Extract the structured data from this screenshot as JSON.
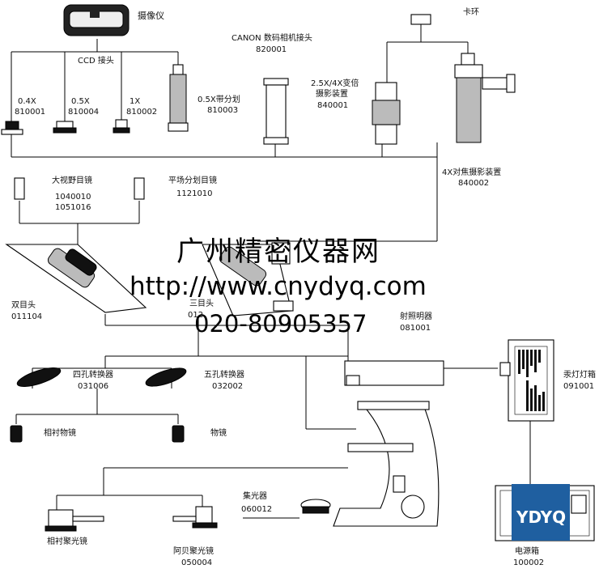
{
  "camera": {
    "name": "摄像仪"
  },
  "ccd": {
    "label": "CCD 接头"
  },
  "adapters": [
    {
      "label": "0.4X",
      "code": "810001"
    },
    {
      "label": "0.5X",
      "code": "810004"
    },
    {
      "label": "1X",
      "code": "810002"
    },
    {
      "label": "0.5X带分划",
      "code": "810003"
    }
  ],
  "canon": {
    "label": "CANON 数码相机接头",
    "code": "820001"
  },
  "zoom": {
    "label1": "2.5X/4X变倍",
    "label2": "摄影装置",
    "code": "840001"
  },
  "clamp": {
    "label": "卡环"
  },
  "focus": {
    "label": "4X对焦摄影装置",
    "code": "840002"
  },
  "eyepiece_wide": {
    "label": "大视野目镜",
    "code1": "1040010",
    "code2": "1051016"
  },
  "eyepiece_flat": {
    "label": "平场分划目镜",
    "code": "1121010"
  },
  "binocular": {
    "label": "双目头",
    "code": "011104"
  },
  "trinocular": {
    "label": "三目头",
    "code": "012"
  },
  "reflect": {
    "label": "射照明器",
    "code": "081001"
  },
  "nosepiece4": {
    "label": "四孔转换器",
    "code": "031006"
  },
  "nosepiece5": {
    "label": "五孔转换器",
    "code": "032002"
  },
  "phase_obj": {
    "label": "相衬物镜"
  },
  "objective": {
    "label": "物镜"
  },
  "condenser": {
    "label": "集光器",
    "code": "060012"
  },
  "phase_cond": {
    "label": "相衬聚光镜"
  },
  "abbe": {
    "label": "阿贝聚光镜",
    "code": "050004"
  },
  "lamp": {
    "label": "汞灯灯箱",
    "code": "091001"
  },
  "power": {
    "label": "电源箱",
    "code": "100002",
    "logo": "YDYQ"
  },
  "watermark": {
    "line1": "广州精密仪器网",
    "line2": "http://www.cnydyq.com",
    "line3": "020-80905357"
  }
}
